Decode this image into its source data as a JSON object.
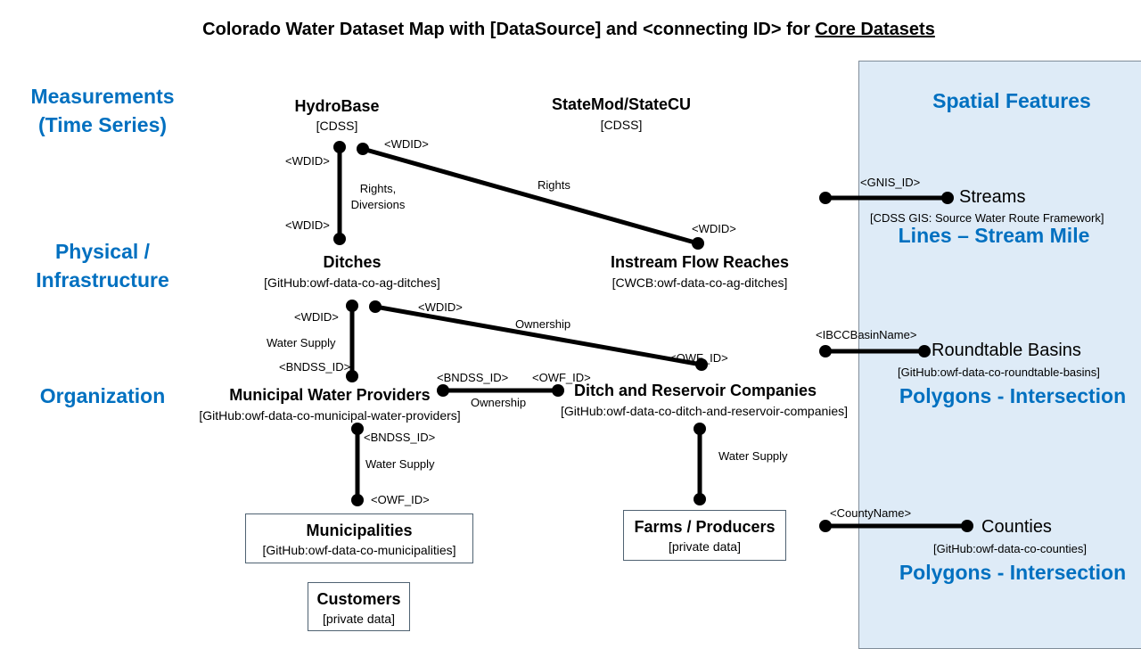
{
  "title": {
    "main": "Colorado Water Dataset Map with [DataSource] and <connecting ID> for ",
    "underlined": "Core Datasets"
  },
  "categories": {
    "measurements": "Measurements (Time Series)",
    "physical": "Physical / Infrastructure",
    "organization": "Organization"
  },
  "nodes": {
    "hydrobase": {
      "name": "HydroBase",
      "source": "[CDSS]"
    },
    "statemod": {
      "name": "StateMod/StateCU",
      "source": "[CDSS]"
    },
    "ditches": {
      "name": "Ditches",
      "source": "[GitHub:owf-data-co-ag-ditches]"
    },
    "instream": {
      "name": "Instream Flow Reaches",
      "source": "[CWCB:owf-data-co-ag-ditches]"
    },
    "municipal_providers": {
      "name": "Municipal Water Providers",
      "source": "[GitHub:owf-data-co-municipal-water-providers]"
    },
    "ditch_companies": {
      "name": "Ditch and Reservoir Companies",
      "source": "[GitHub:owf-data-co-ditch-and-reservoir-companies]"
    },
    "municipalities": {
      "name": "Municipalities",
      "source": "[GitHub:owf-data-co-municipalities]"
    },
    "farms": {
      "name": "Farms / Producers",
      "source": "[private data]"
    },
    "customers": {
      "name": "Customers",
      "source": "[private data]"
    }
  },
  "edge_labels": {
    "wdid_hb_top": "<WDID>",
    "wdid_hb_right": "<WDID>",
    "rights_diversions": "Rights, Diversions",
    "wdid_ditches_top": "<WDID>",
    "rights": "Rights",
    "wdid_instream": "<WDID>",
    "wdid_ditch_down": "<WDID>",
    "wdid_ditch_right": "<WDID>",
    "water_supply_1": "Water Supply",
    "ownership_1": "Ownership",
    "bndss_mwp": "<BNDSS_ID>",
    "owf_drc": "<OWF_ID>",
    "bndss_mid": "<BNDSS_ID>",
    "owf_mid": "<OWF_ID>",
    "ownership_2": "Ownership",
    "bndss_muni": "<BNDSS_ID>",
    "water_supply_2": "Water Supply",
    "owf_muni": "<OWF_ID>",
    "water_supply_3": "Water Supply"
  },
  "spatial": {
    "header": "Spatial Features",
    "streams": {
      "id": "<GNIS_ID>",
      "name": "Streams",
      "source": "[CDSS GIS: Source Water Route Framework]",
      "type": "Lines – Stream Mile"
    },
    "basins": {
      "id": "<IBCCBasinName>",
      "name": "Roundtable Basins",
      "source": "[GitHub:owf-data-co-roundtable-basins]",
      "type": "Polygons - Intersection"
    },
    "counties": {
      "id": "<CountyName>",
      "name": "Counties",
      "source": "[GitHub:owf-data-co-counties]",
      "type": "Polygons - Intersection"
    }
  },
  "colors": {
    "accent": "#0070c0",
    "panel": "#deebf7",
    "line": "#000000"
  }
}
